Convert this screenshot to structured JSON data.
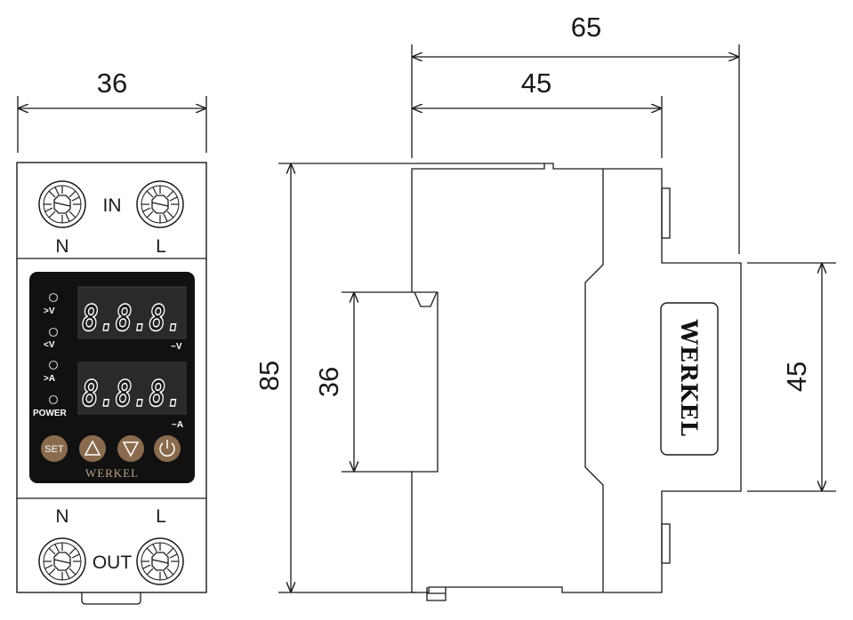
{
  "dimensions": {
    "front_width": "36",
    "total_depth": "65",
    "body_depth": "45",
    "height": "85",
    "rail_height": "36",
    "front_height": "45"
  },
  "front_panel": {
    "top_label_left": "N",
    "top_label_right": "L",
    "top_label_center": "IN",
    "bottom_label_left": "N",
    "bottom_label_right": "L",
    "bottom_label_center": "OUT",
    "indicators": [
      ">V",
      "<V",
      ">A",
      "POWER"
    ],
    "voltage_display": "8.8.8.",
    "current_display": "8.8.8.",
    "voltage_unit": "~V",
    "current_unit": "~A",
    "set_button": "SET",
    "brand": "WERKEL"
  },
  "side_view": {
    "brand": "WERKEL"
  },
  "colors": {
    "panel_bg": "#111111",
    "button_fill": "#8a6b4e",
    "brand_accent": "#c0a184",
    "line": "#1a1a1a"
  },
  "icons": [
    "terminal-screw-icon",
    "up-triangle-icon",
    "down-triangle-icon",
    "power-icon"
  ]
}
